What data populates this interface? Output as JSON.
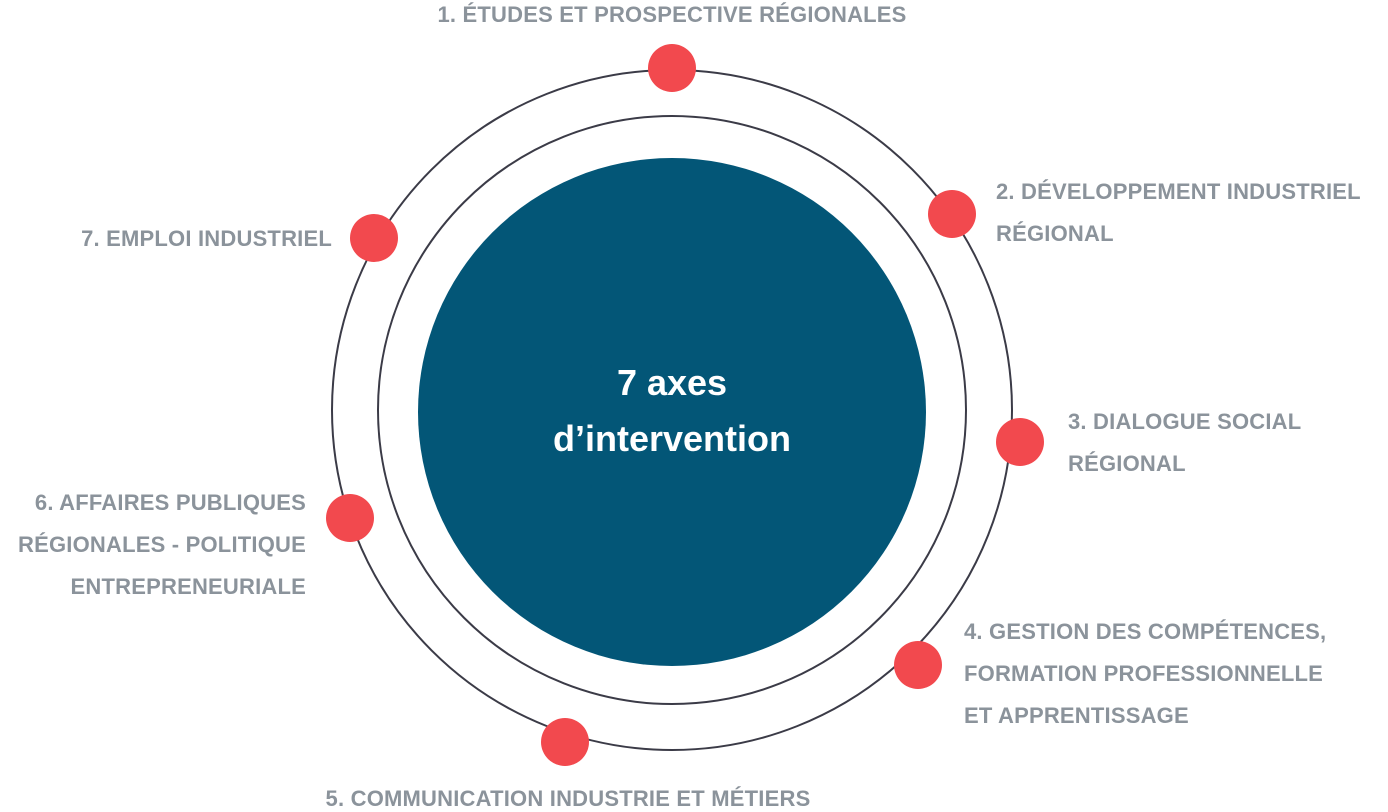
{
  "center": {
    "line1": "7 axes",
    "line2": "d’intervention"
  },
  "colors": {
    "core": "#035677",
    "ring": "#3b3b47",
    "marker": "#f2494e",
    "label": "#8b939b",
    "center_text": "#ffffff"
  },
  "axes": [
    {
      "lines": [
        "1. ÉTUDES ET PROSPECTIVE RÉGIONALES"
      ]
    },
    {
      "lines": [
        "2. DÉVELOPPEMENT INDUSTRIEL",
        "RÉGIONAL"
      ]
    },
    {
      "lines": [
        "3. DIALOGUE SOCIAL",
        "RÉGIONAL"
      ]
    },
    {
      "lines": [
        "4. GESTION DES COMPÉTENCES,",
        "FORMATION PROFESSIONNELLE",
        "ET APPRENTISSAGE"
      ]
    },
    {
      "lines": [
        "5. COMMUNICATION INDUSTRIE ET MÉTIERS"
      ]
    },
    {
      "lines": [
        "6. AFFAIRES PUBLIQUES",
        "RÉGIONALES - POLITIQUE",
        "ENTREPRENEURIALE"
      ]
    },
    {
      "lines": [
        "7. EMPLOI INDUSTRIEL"
      ]
    }
  ]
}
